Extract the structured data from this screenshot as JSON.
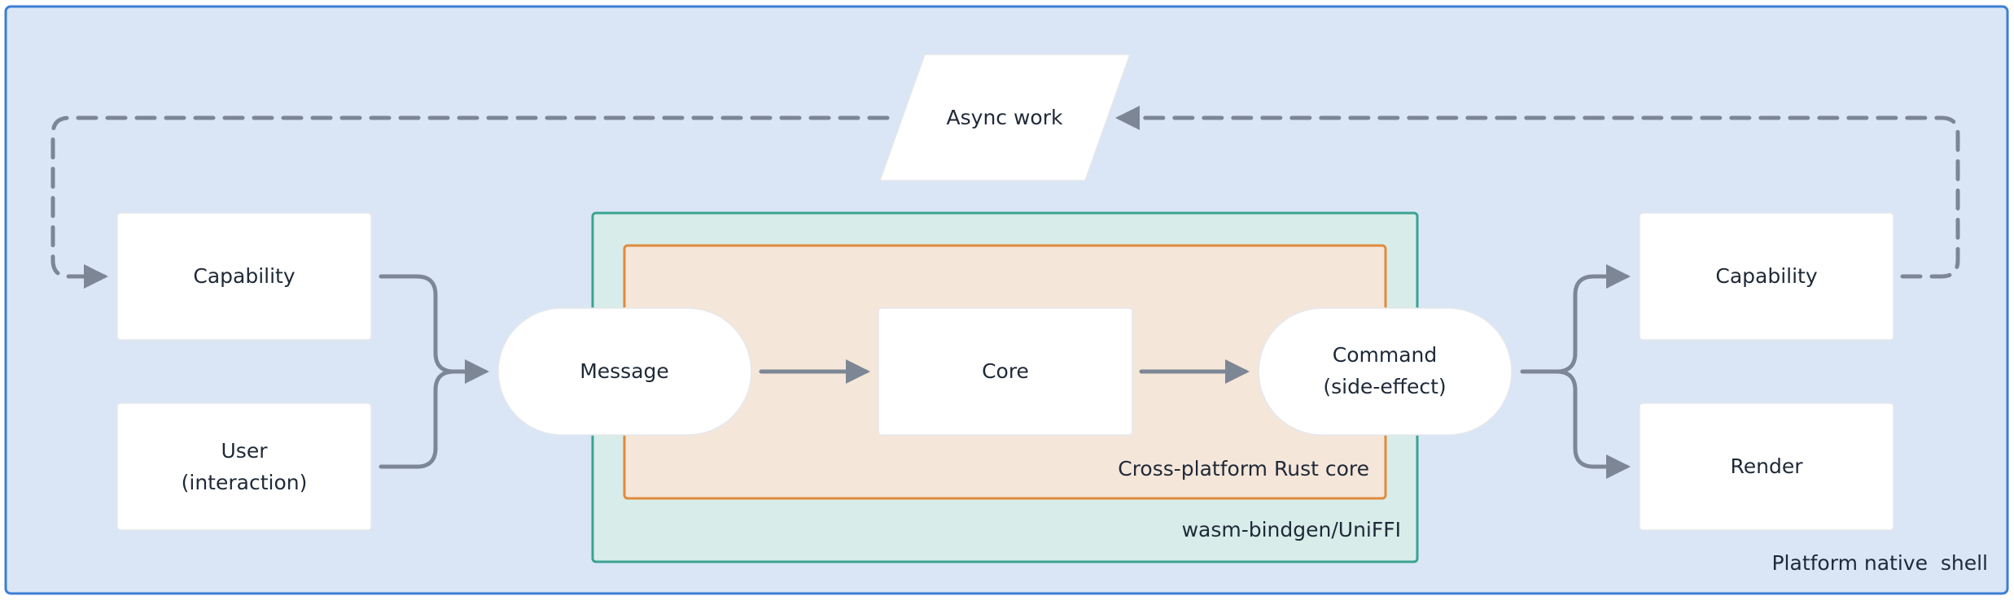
{
  "diagram": {
    "containers": {
      "shell": {
        "label": "Platform native  shell"
      },
      "bridge": {
        "label": "wasm-bindgen/UniFFI"
      },
      "core_box": {
        "label": "Cross-platform Rust core"
      }
    },
    "nodes": {
      "async_work": {
        "label": "Async work"
      },
      "capability_left": {
        "label": "Capability"
      },
      "user": {
        "line1": "User",
        "line2": "(interaction)"
      },
      "message": {
        "label": "Message"
      },
      "core": {
        "label": "Core"
      },
      "command": {
        "line1": "Command",
        "line2": "(side-effect)"
      },
      "capability_right": {
        "label": "Capability"
      },
      "render": {
        "label": "Render"
      }
    }
  },
  "colors": {
    "shell_fill": "#dae6f5",
    "shell_border": "#3b7fd4",
    "bridge_fill": "#d8ede9",
    "bridge_border": "#3aa392",
    "core_fill": "#f5e6da",
    "core_border": "#e08a3c",
    "node_fill": "#ffffff",
    "arrow": "#7d8694",
    "text": "#1f2937"
  }
}
